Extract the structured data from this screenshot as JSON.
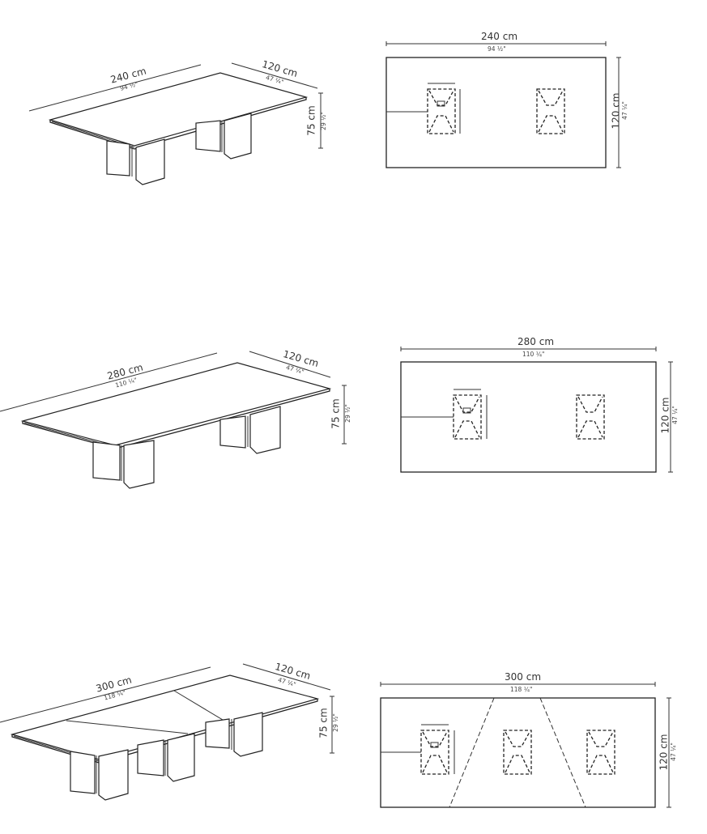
{
  "variants": [
    {
      "id": "240",
      "perspective": {
        "length_cm": "240 cm",
        "length_in": "94 ½\"",
        "width_cm": "120 cm",
        "width_in": "47 ¼\"",
        "height_cm": "75 cm",
        "height_in": "29 ½\""
      },
      "plan": {
        "length_cm": "240 cm",
        "length_in": "94 ½\"",
        "width_cm": "120 cm",
        "width_in": "47 ¼\"",
        "bases": 2
      }
    },
    {
      "id": "280",
      "perspective": {
        "length_cm": "280 cm",
        "length_in": "110 ¼\"",
        "width_cm": "120 cm",
        "width_in": "47 ¼\"",
        "height_cm": "75 cm",
        "height_in": "29 ½\""
      },
      "plan": {
        "length_cm": "280 cm",
        "length_in": "110 ¼\"",
        "width_cm": "120 cm",
        "width_in": "47 ¼\"",
        "bases": 2
      }
    },
    {
      "id": "300",
      "perspective": {
        "length_cm": "300 cm",
        "length_in": "118 ¼\"",
        "width_cm": "120 cm",
        "width_in": "47 ¼\"",
        "height_cm": "75 cm",
        "height_in": "29 ½\""
      },
      "plan": {
        "length_cm": "300 cm",
        "length_in": "118 ¼\"",
        "width_cm": "120 cm",
        "width_in": "47 ¼\"",
        "bases": 3
      }
    }
  ]
}
